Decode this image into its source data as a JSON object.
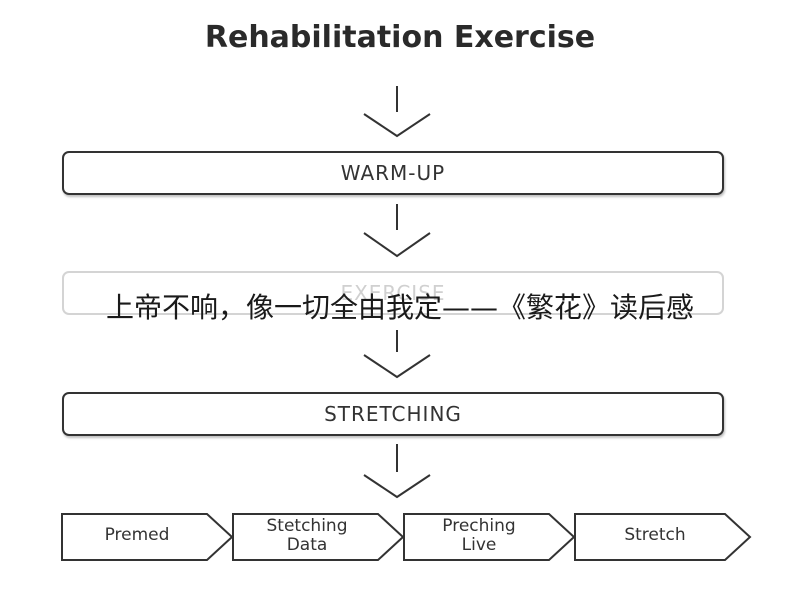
{
  "title": "Rehabilitation Exercise",
  "stages": [
    {
      "label": "WARM-UP"
    },
    {
      "label": "EXERCISE"
    },
    {
      "label": "STRETCHING"
    }
  ],
  "overlay_text": "上帝不响，像一切全由我定——《繁花》读后感",
  "steps": [
    {
      "label": "Premed"
    },
    {
      "label": "Stetching\nData"
    },
    {
      "label": "Preching\nLive"
    },
    {
      "label": "Stretch"
    }
  ]
}
